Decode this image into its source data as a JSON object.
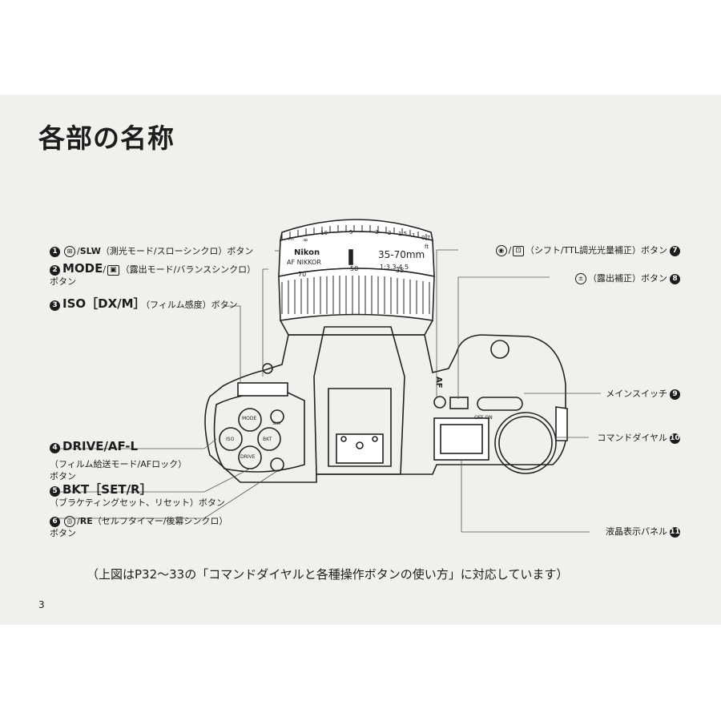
{
  "page": {
    "title": "各部の名称",
    "page_number": "3",
    "note": "（上図はP32〜33の「コマンドダイヤルと各種操作ボタンの使い方」に対応しています）"
  },
  "lens": {
    "brand": "Nikon",
    "model": "AF NIKKOR",
    "focal": "35-70mm",
    "aperture": "1:3.3-4.5",
    "zoom_marks": [
      "70",
      "50",
      "35"
    ],
    "distance_marks": [
      "∞",
      "10",
      "5",
      "3",
      "2",
      "1.5",
      "1",
      "0.7",
      "ft",
      "m"
    ]
  },
  "body_labels": {
    "af": "AF",
    "off_on": "OFF ON",
    "mode": "MODE",
    "iso": "ISO",
    "drive": "DRIVE",
    "bkt": "BKT",
    "slw": "SLW"
  },
  "callouts": [
    {
      "num": "1",
      "icon1": "⊞",
      "icon2": "SLW",
      "text": "（測光モード/スローシンクロ）ボタン"
    },
    {
      "num": "2",
      "main": "MODE",
      "icon1": "▣",
      "text": "（露出モード/バランスシンクロ）",
      "text2": "ボタン"
    },
    {
      "num": "3",
      "main": "ISO［DX/M］",
      "text": "（フィルム感度）ボタン"
    },
    {
      "num": "4",
      "main": "DRIVE/AF-L",
      "text": "（フィルム給送モード/AFロック）",
      "text2": "ボタン"
    },
    {
      "num": "5",
      "main": "BKT［SET/R］",
      "text": "（ブラケティングセット、リセット）ボタン"
    },
    {
      "num": "6",
      "icon1": "◎",
      "icon2": "RE",
      "text": "（セルフタイマー/後幕シンクロ）",
      "text2": "ボタン"
    },
    {
      "num": "7",
      "icon1": "◉",
      "icon2": "⊡",
      "text": "（シフト/TTL調光光量補正）ボタン"
    },
    {
      "num": "8",
      "icon1": "±",
      "text": "（露出補正）ボタン"
    },
    {
      "num": "9",
      "text": "メインスイッチ"
    },
    {
      "num": "10",
      "text": "コマンドダイヤル"
    },
    {
      "num": "11",
      "text": "液晶表示パネル"
    }
  ]
}
